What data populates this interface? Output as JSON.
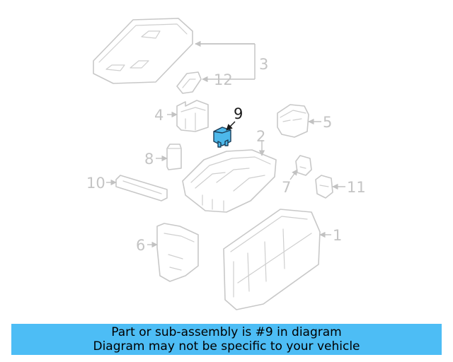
{
  "diagram": {
    "callouts": [
      "1",
      "2",
      "3",
      "4",
      "5",
      "6",
      "7",
      "8",
      "9",
      "10",
      "11",
      "12"
    ],
    "highlighted_part": "9",
    "highlight_color": "#4db8ea",
    "part_line_color": "#c8c8c8"
  },
  "banner": {
    "line1": "Part or sub-assembly is #9 in diagram",
    "line2": "Diagram may not be specific to your vehicle",
    "background": "#4dbdf5"
  }
}
